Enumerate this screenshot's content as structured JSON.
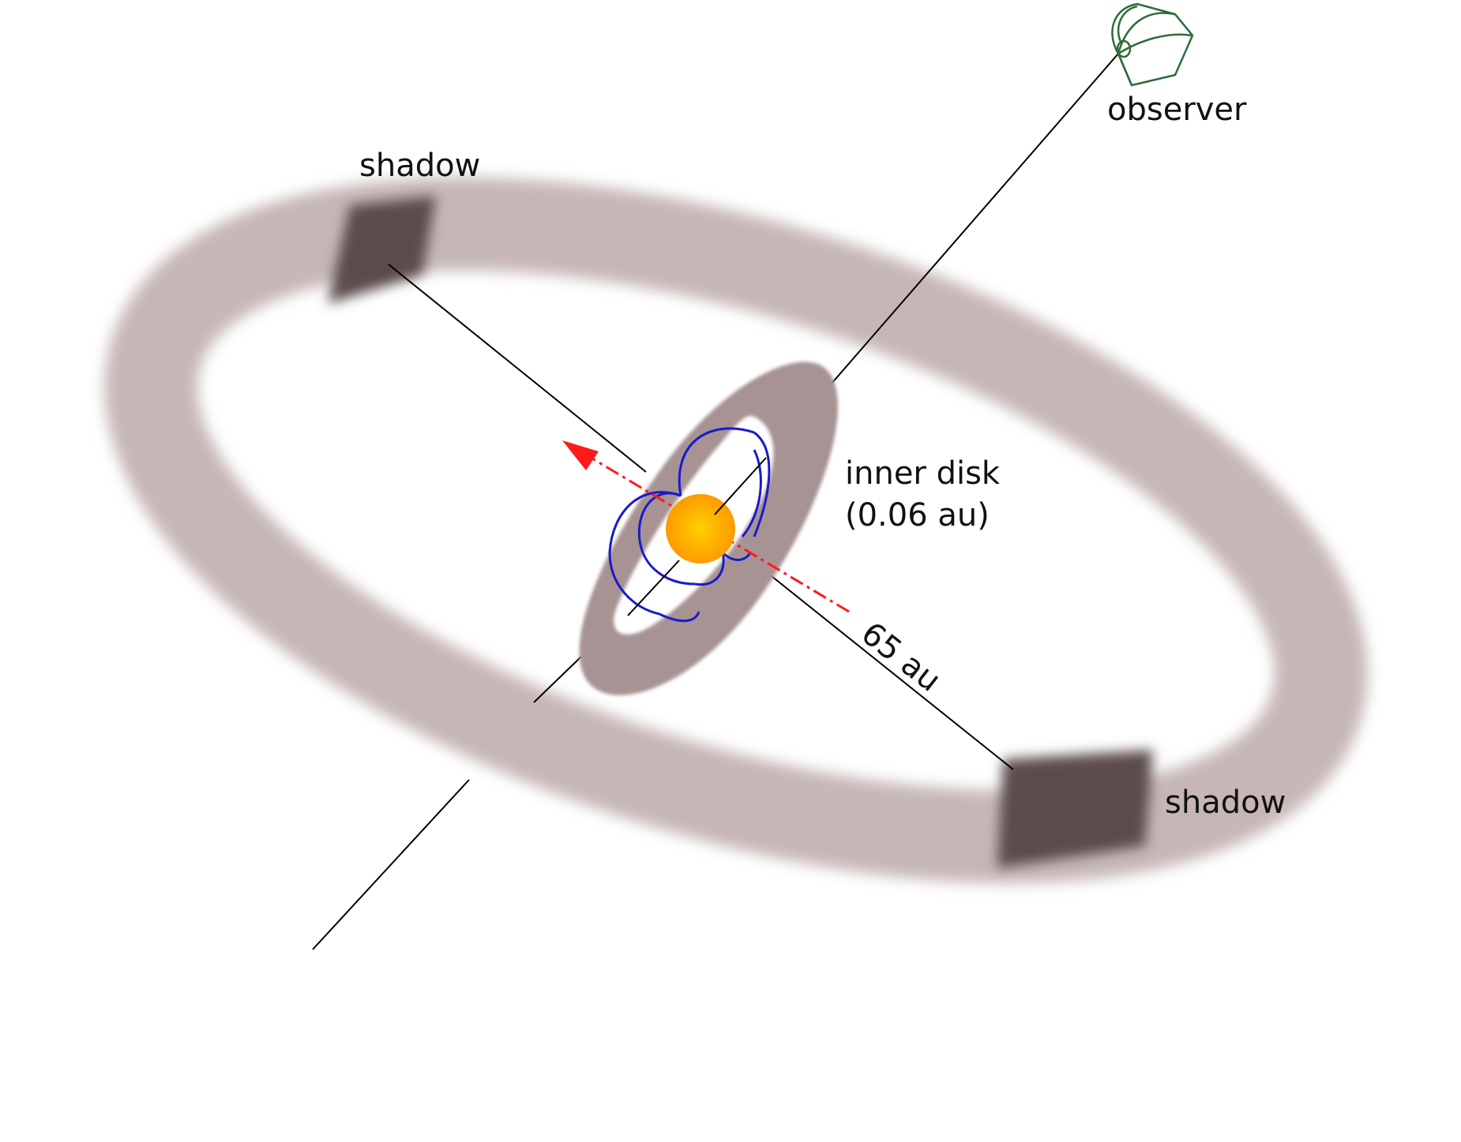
{
  "labels": {
    "observer": "observer",
    "shadow_top": "shadow",
    "shadow_bottom": "shadow",
    "inner_disk_line1": "inner disk",
    "inner_disk_line2": "(0.06 au)",
    "distance": "65 au"
  },
  "colors": {
    "outer_disk": "#c6b7b6",
    "inner_disk": "#a79393",
    "shadow": "#5c4b4b",
    "star_outer": "#ff9a00",
    "star_inner": "#ffd000",
    "magnetic_field": "#1a1acc",
    "spin_axis": "#ff1a1a",
    "observer": "#2e6b3a",
    "line": "#000000"
  },
  "icons": {
    "observer": "eye-icon",
    "star": "star-icon"
  }
}
